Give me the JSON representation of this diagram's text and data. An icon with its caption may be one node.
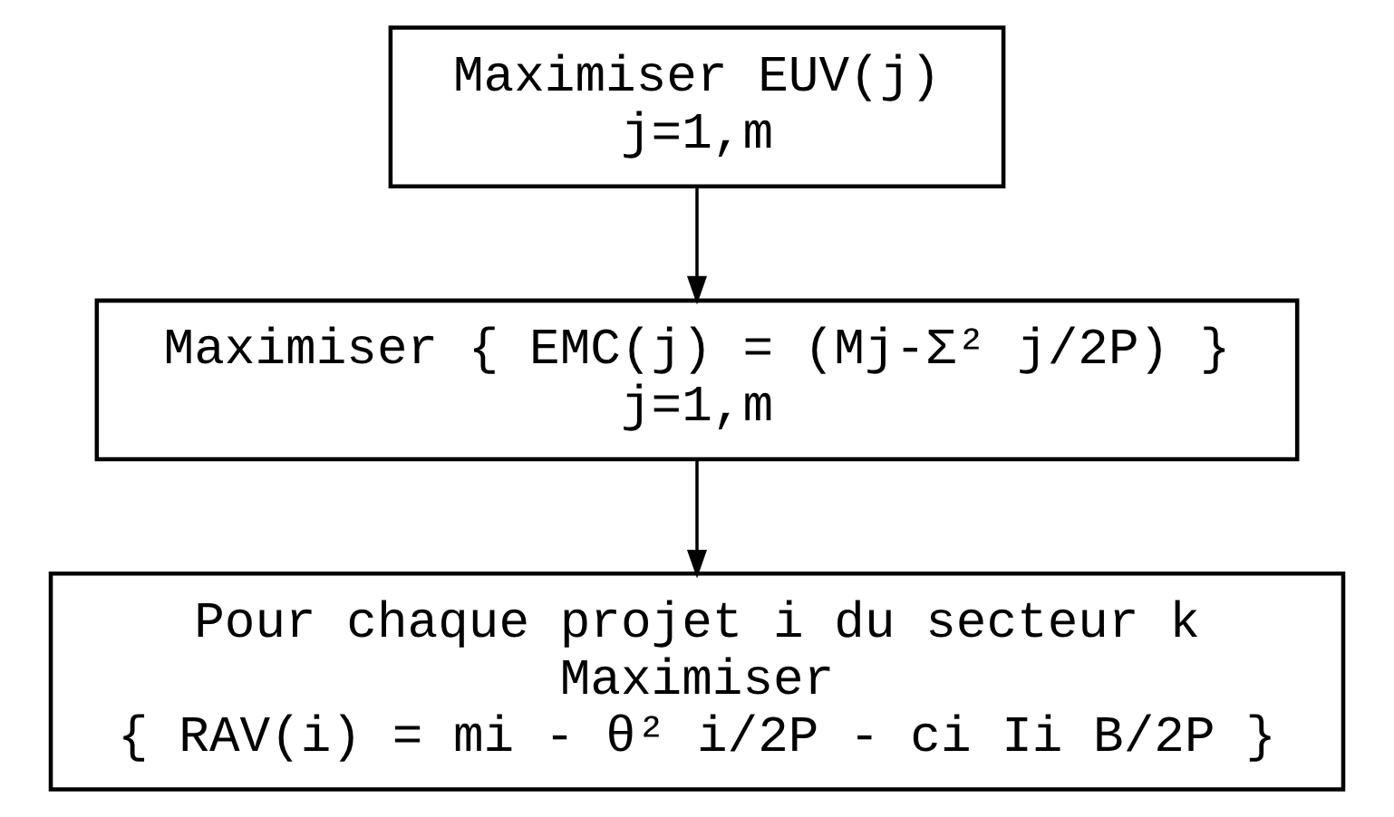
{
  "diagram": {
    "nodes": [
      {
        "text": [
          "Maximiser EUV(j)",
          "j=1,m"
        ]
      },
      {
        "text": [
          "Maximiser { EMC(j) = (Mj-Σ² j/2P) }",
          "j=1,m"
        ]
      },
      {
        "text": [
          "Pour chaque projet i du secteur k",
          "Maximiser",
          "{ RAV(i) = mi - θ² i/2P - ci Ii B/2P }"
        ]
      }
    ],
    "edges": [
      {
        "from": 0,
        "to": 1,
        "arrow": "to"
      },
      {
        "from": 1,
        "to": 2,
        "arrow": "to"
      }
    ]
  }
}
